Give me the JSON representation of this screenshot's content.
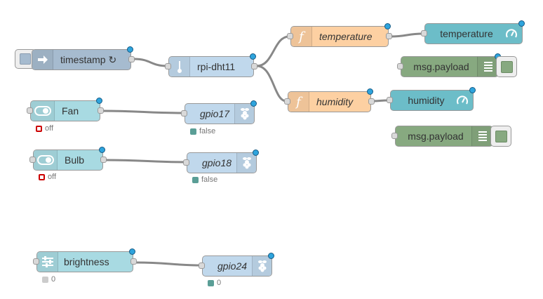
{
  "colors": {
    "inject": "#a6bbcf",
    "rpi": "#c0d8ec",
    "function": "#fdd0a2",
    "gauge": "#6cbdc8",
    "debug": "#87a980",
    "switch": "#a8dae2",
    "slider": "#a8dae2",
    "status_dot": "#2ea4dd",
    "wire": "#888888"
  },
  "nodes": {
    "timestamp": {
      "label": "timestamp ↻",
      "icon": "arrow-in-icon"
    },
    "rpi_dht11": {
      "label": "rpi-dht11",
      "icon": "thermometer-icon"
    },
    "fn_temperature": {
      "label": "temperature",
      "icon": "function-icon"
    },
    "fn_humidity": {
      "label": "humidity",
      "icon": "function-icon"
    },
    "gauge_temperature": {
      "label": "temperature",
      "icon": "gauge-icon"
    },
    "gauge_humidity": {
      "label": "humidity",
      "icon": "gauge-icon"
    },
    "debug_1": {
      "label": "msg.payload",
      "icon": "list-icon"
    },
    "debug_2": {
      "label": "msg.payload",
      "icon": "list-icon"
    },
    "fan": {
      "label": "Fan",
      "icon": "toggle-icon",
      "status": "off"
    },
    "bulb": {
      "label": "Bulb",
      "icon": "toggle-icon",
      "status": "off"
    },
    "gpio17": {
      "label": "gpio17",
      "icon": "raspberry-icon",
      "status": "false"
    },
    "gpio18": {
      "label": "gpio18",
      "icon": "raspberry-icon",
      "status": "false"
    },
    "brightness": {
      "label": "brightness",
      "icon": "slider-icon",
      "status": "0"
    },
    "gpio24": {
      "label": "gpio24",
      "icon": "raspberry-icon",
      "status": "0"
    }
  }
}
